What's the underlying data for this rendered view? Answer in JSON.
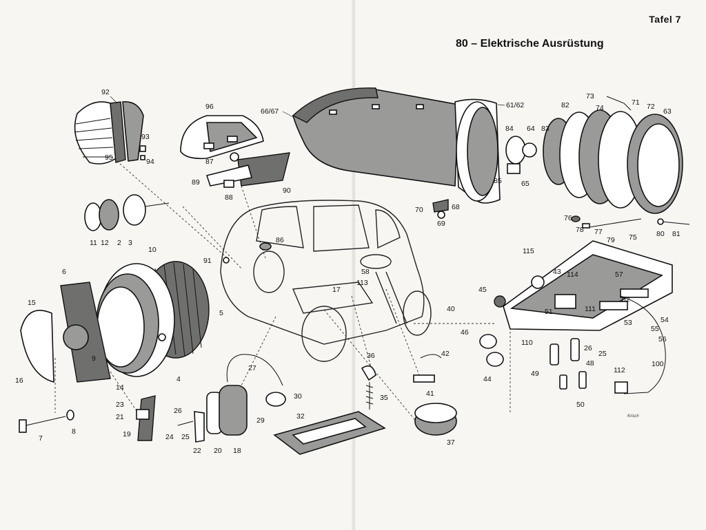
{
  "header": {
    "plate": "Tafel 7",
    "title": "80 – Elektrische Ausrüstung"
  },
  "signature": "Krisch",
  "part_labels": [
    "92",
    "96",
    "66/67",
    "61/62",
    "73",
    "82",
    "74",
    "71",
    "72",
    "63",
    "84",
    "64",
    "83",
    "93",
    "95",
    "94",
    "87",
    "89",
    "88",
    "90",
    "85",
    "65",
    "70",
    "68",
    "69",
    "76",
    "78",
    "77",
    "79",
    "75",
    "80",
    "81",
    "11",
    "12",
    "2",
    "3",
    "10",
    "86",
    "91",
    "115",
    "43",
    "114",
    "57",
    "45",
    "52",
    "6",
    "58",
    "113",
    "17",
    "40",
    "15",
    "5",
    "46",
    "51",
    "111",
    "53",
    "54",
    "55",
    "56",
    "110",
    "26",
    "48",
    "25",
    "44",
    "42",
    "36",
    "27",
    "30",
    "16",
    "14",
    "4",
    "9",
    "100",
    "49",
    "112",
    "41",
    "35",
    "23",
    "21",
    "19",
    "26",
    "24",
    "25",
    "22",
    "20",
    "18",
    "29",
    "32",
    "37",
    "50",
    "7",
    "8"
  ]
}
